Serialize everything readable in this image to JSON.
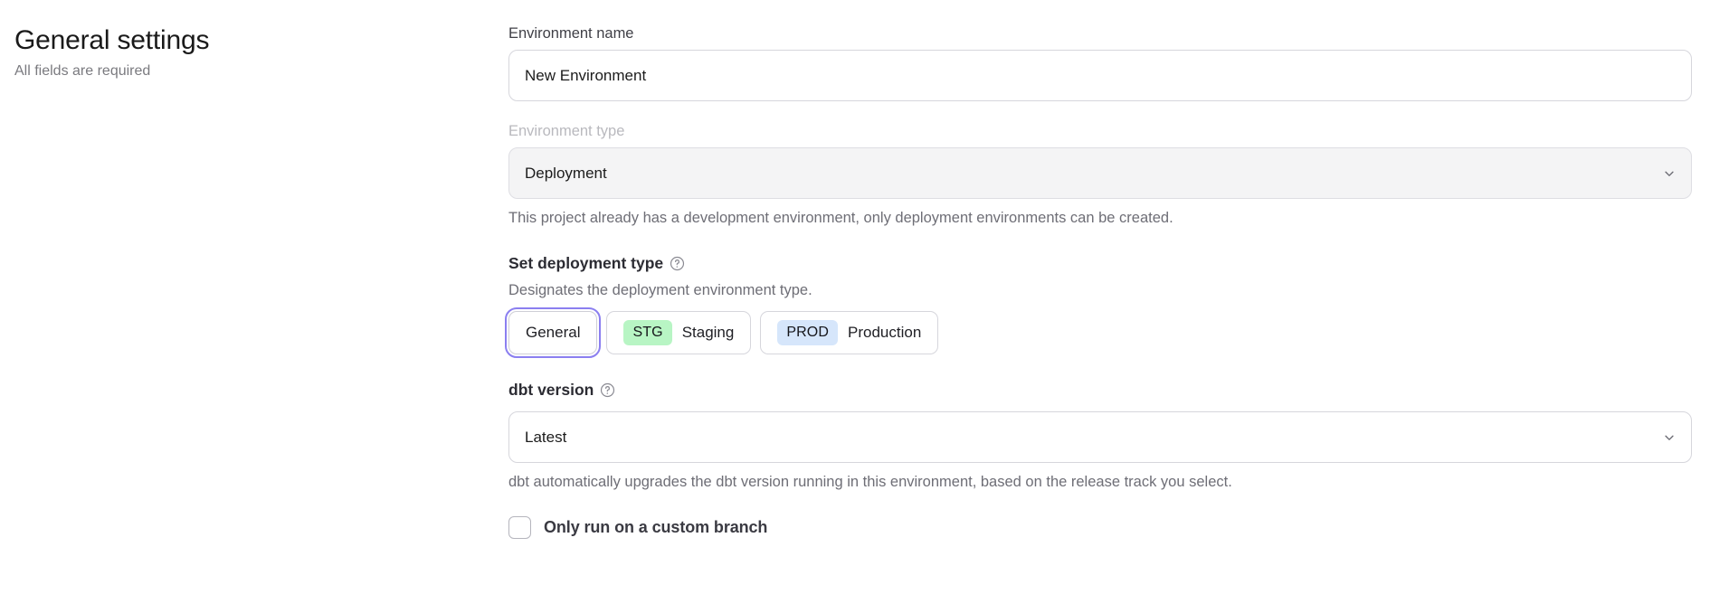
{
  "header": {
    "title": "General settings",
    "subtitle": "All fields are required"
  },
  "form": {
    "environment_name": {
      "label": "Environment name",
      "value": "New Environment",
      "placeholder": "New Environment"
    },
    "environment_type": {
      "label": "Environment type",
      "value": "Deployment",
      "helper": "This project already has a development environment, only deployment environments can be created.",
      "chevron_icon": "chevron-down-icon",
      "disabled": true
    },
    "deployment_type": {
      "heading": "Set deployment type",
      "help_icon": "help-circle-icon",
      "description": "Designates the deployment environment type.",
      "options": [
        {
          "badge": "",
          "label": "General",
          "selected": true
        },
        {
          "badge": "STG",
          "label": "Staging",
          "selected": false
        },
        {
          "badge": "PROD",
          "label": "Production",
          "selected": false
        }
      ]
    },
    "dbt_version": {
      "heading": "dbt version",
      "help_icon": "help-circle-icon",
      "value": "Latest",
      "chevron_icon": "chevron-down-icon",
      "helper": "dbt automatically upgrades the dbt version running in this environment, based on the release track you select."
    },
    "custom_branch": {
      "label": "Only run on a custom branch",
      "checked": false
    }
  },
  "colors": {
    "focus_ring": "#8b7ff0",
    "stg_badge_bg": "#b8f5c4",
    "prod_badge_bg": "#d6e6fb",
    "disabled_field_bg": "#f4f4f5",
    "muted_text": "#6e6e76"
  }
}
